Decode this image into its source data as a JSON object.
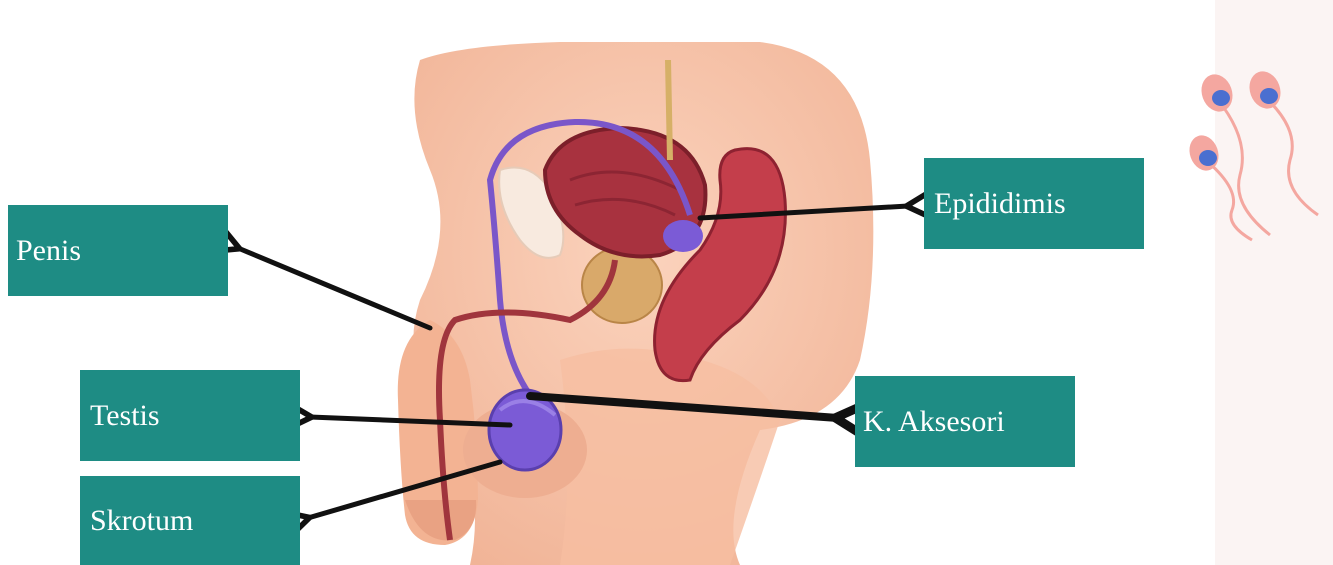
{
  "colors": {
    "label_bg": "#1e8c84",
    "label_text": "#ffffff",
    "skin": "#f6c1a6",
    "skin_dark": "#e7a488",
    "bladder": "#a8323f",
    "vas_deferens": "#7a56c9",
    "testis": "#7b5bd6",
    "arrow": "#111111",
    "side_panel": "#fbf4f3",
    "sperm_body": "#f4a7a0",
    "sperm_nucleus": "#4a6fd0"
  },
  "labels": {
    "penis": "Penis",
    "testis": "Testis",
    "skrotum": "Skrotum",
    "epididimis": "Epididimis",
    "aksesori": "K. Aksesori"
  },
  "icons": {
    "sperm": "sperm-icon"
  }
}
